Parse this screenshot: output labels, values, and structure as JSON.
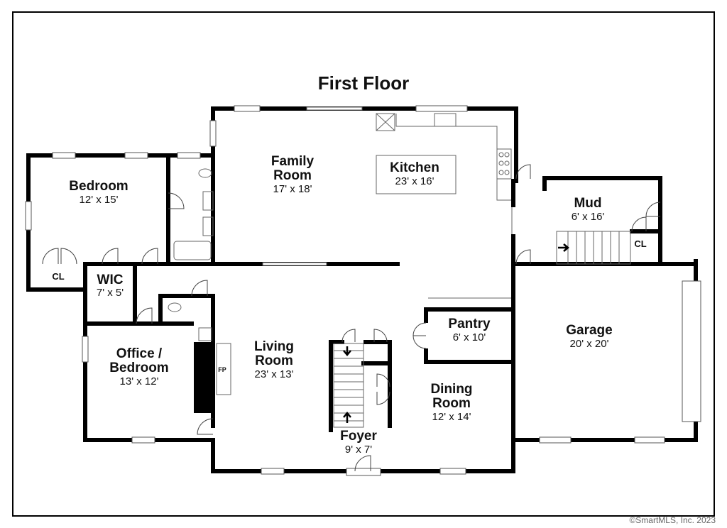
{
  "title": "First Floor",
  "rooms": {
    "bedroom": {
      "name": "Bedroom",
      "dim": "12' x 15'"
    },
    "family": {
      "name1": "Family",
      "name2": "Room",
      "dim": "17' x 18'"
    },
    "kitchen": {
      "name": "Kitchen",
      "dim": "23' x 16'"
    },
    "mud": {
      "name": "Mud",
      "dim": "6' x 16'"
    },
    "cl_left": {
      "name": "CL"
    },
    "cl_right": {
      "name": "CL"
    },
    "wic": {
      "name": "WIC",
      "dim": "7' x 5'"
    },
    "pantry": {
      "name": "Pantry",
      "dim": "6' x 10'"
    },
    "garage": {
      "name": "Garage",
      "dim": "20' x 20'"
    },
    "office": {
      "name1": "Office /",
      "name2": "Bedroom",
      "dim": "13' x 12'"
    },
    "living": {
      "name1": "Living",
      "name2": "Room",
      "dim": "23' x 13'"
    },
    "fireplace": {
      "name": "FP"
    },
    "dining": {
      "name1": "Dining",
      "name2": "Room",
      "dim": "12' x 14'"
    },
    "foyer": {
      "name": "Foyer",
      "dim": "9' x 7'"
    }
  },
  "copyright": "©SmartMLS, Inc.  2023"
}
